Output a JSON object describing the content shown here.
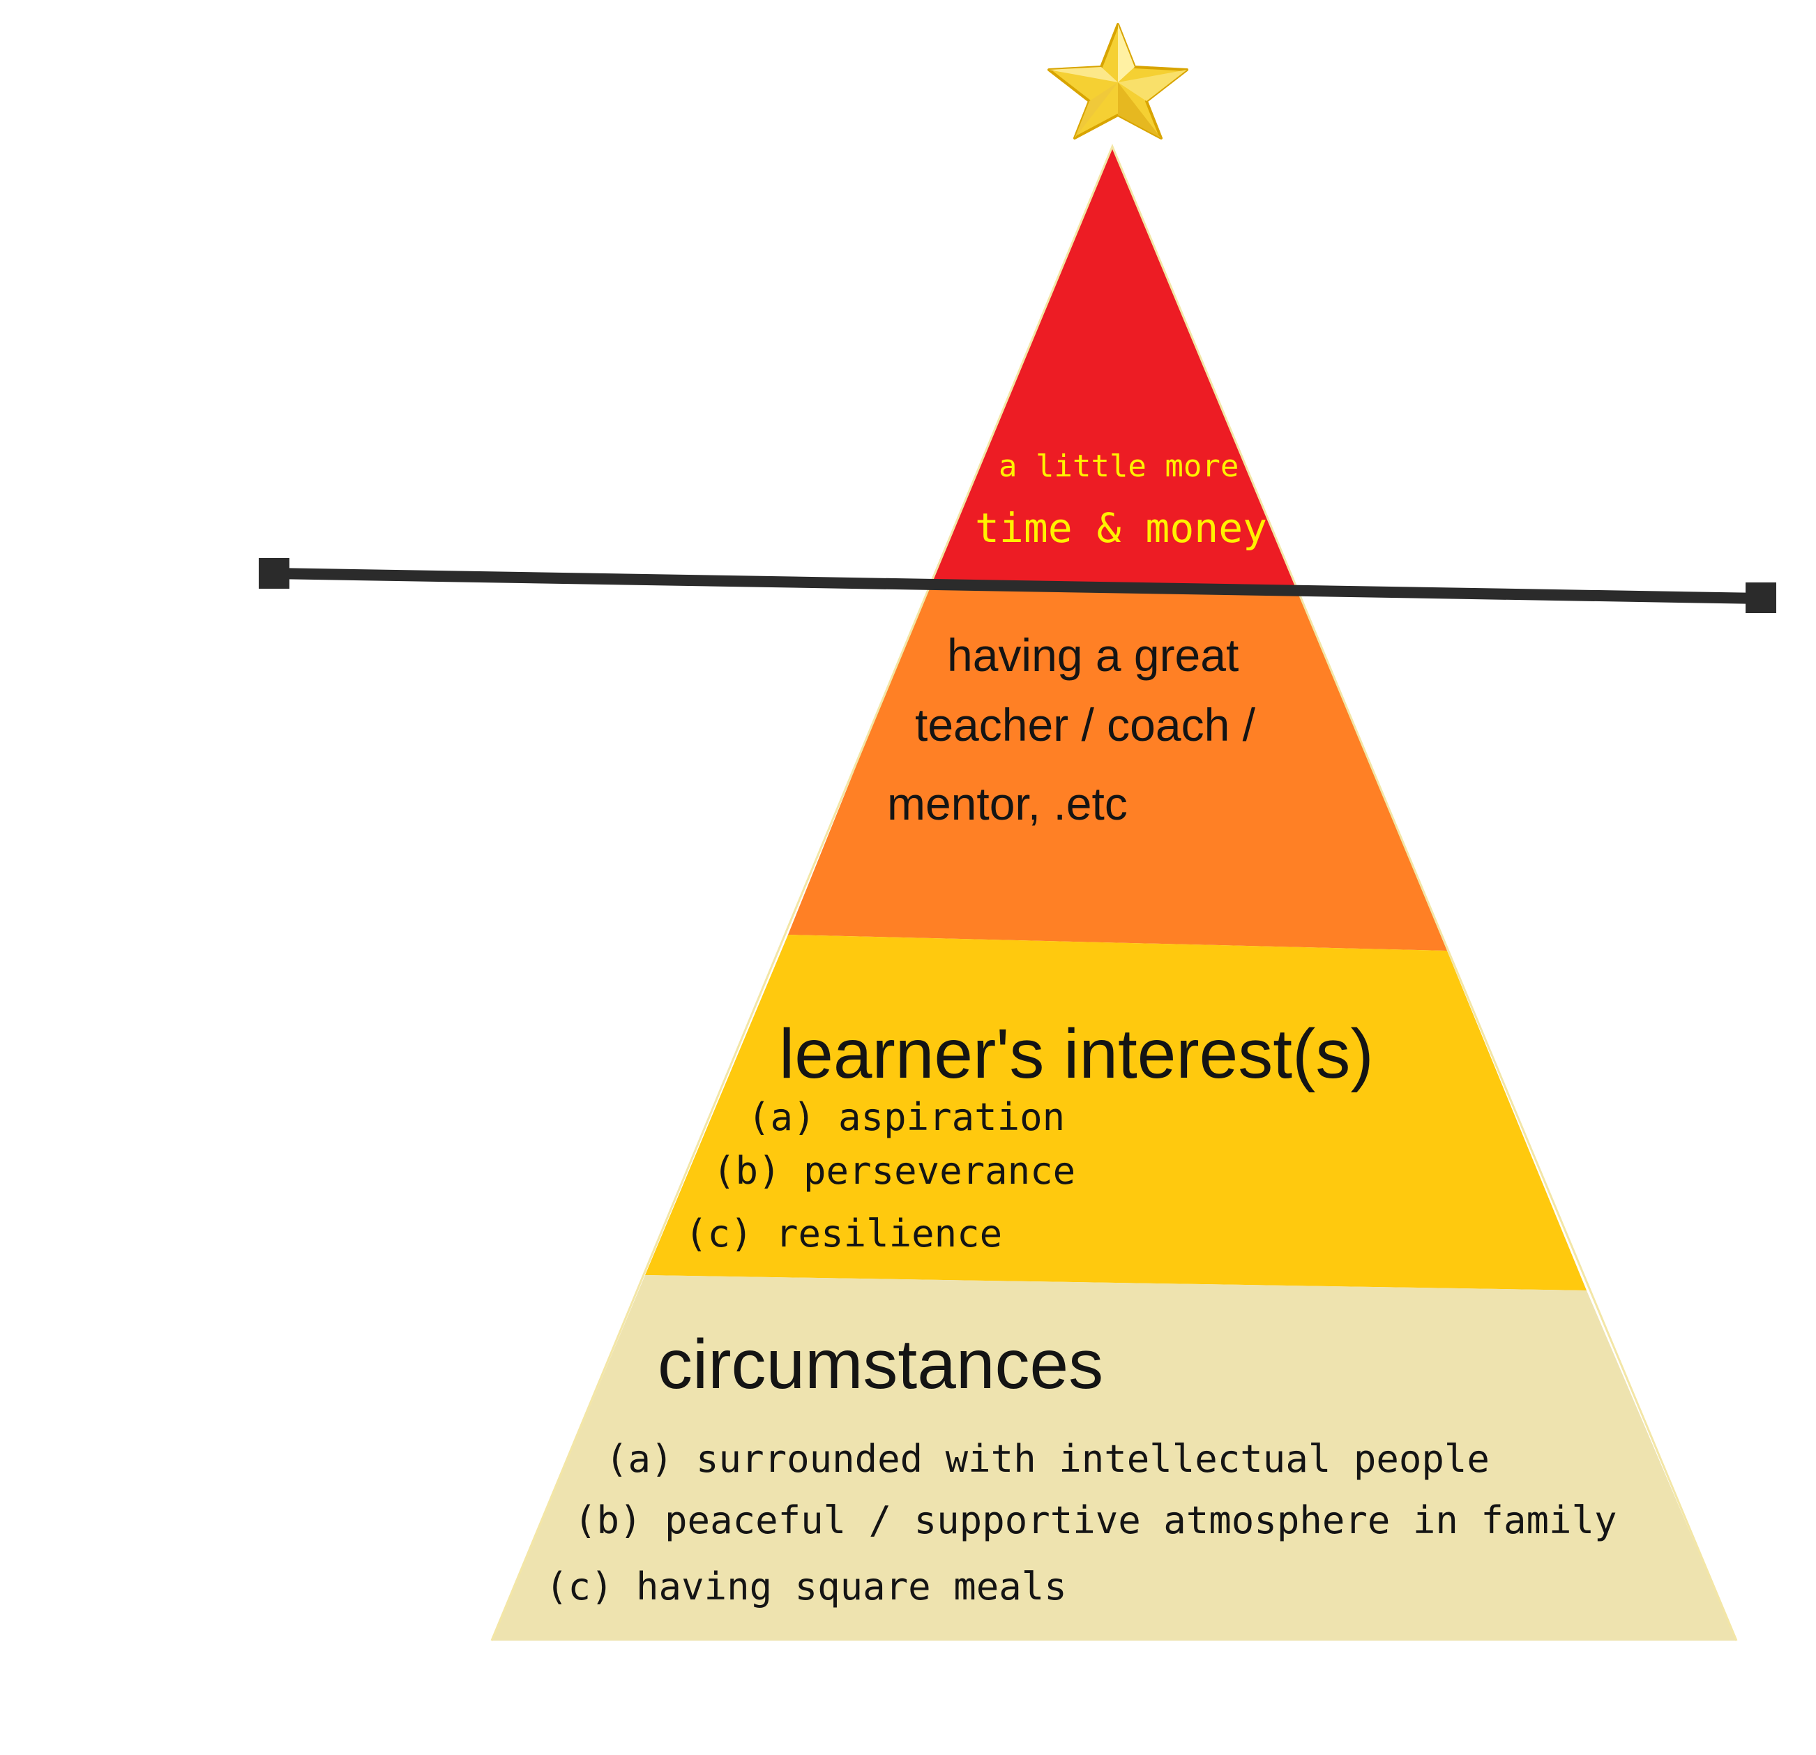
{
  "colors": {
    "top_tier": "#ED1C24",
    "second_tier": "#FF8025",
    "third_tier": "#FFC90E",
    "base_tier": "#EEE3AF",
    "top_text": "#FFF200",
    "text": "#141414",
    "bar": "#2B2B2B",
    "star": "#F5D033"
  },
  "icons": {
    "star": "star-icon"
  },
  "pyramid": {
    "top": {
      "line1": "a little more",
      "line2": "time & money"
    },
    "second": {
      "line1": "having a great",
      "line2": "teacher / coach /",
      "line3": "mentor, .etc"
    },
    "third": {
      "title": "learner's interest(s)",
      "items": [
        "(a) aspiration",
        "(b) perseverance",
        "(c) resilience"
      ]
    },
    "base": {
      "title": "circumstances",
      "items": [
        "(a) surrounded with intellectual people",
        "(b) peaceful / supportive atmosphere in family",
        "(c) having square meals"
      ]
    }
  }
}
